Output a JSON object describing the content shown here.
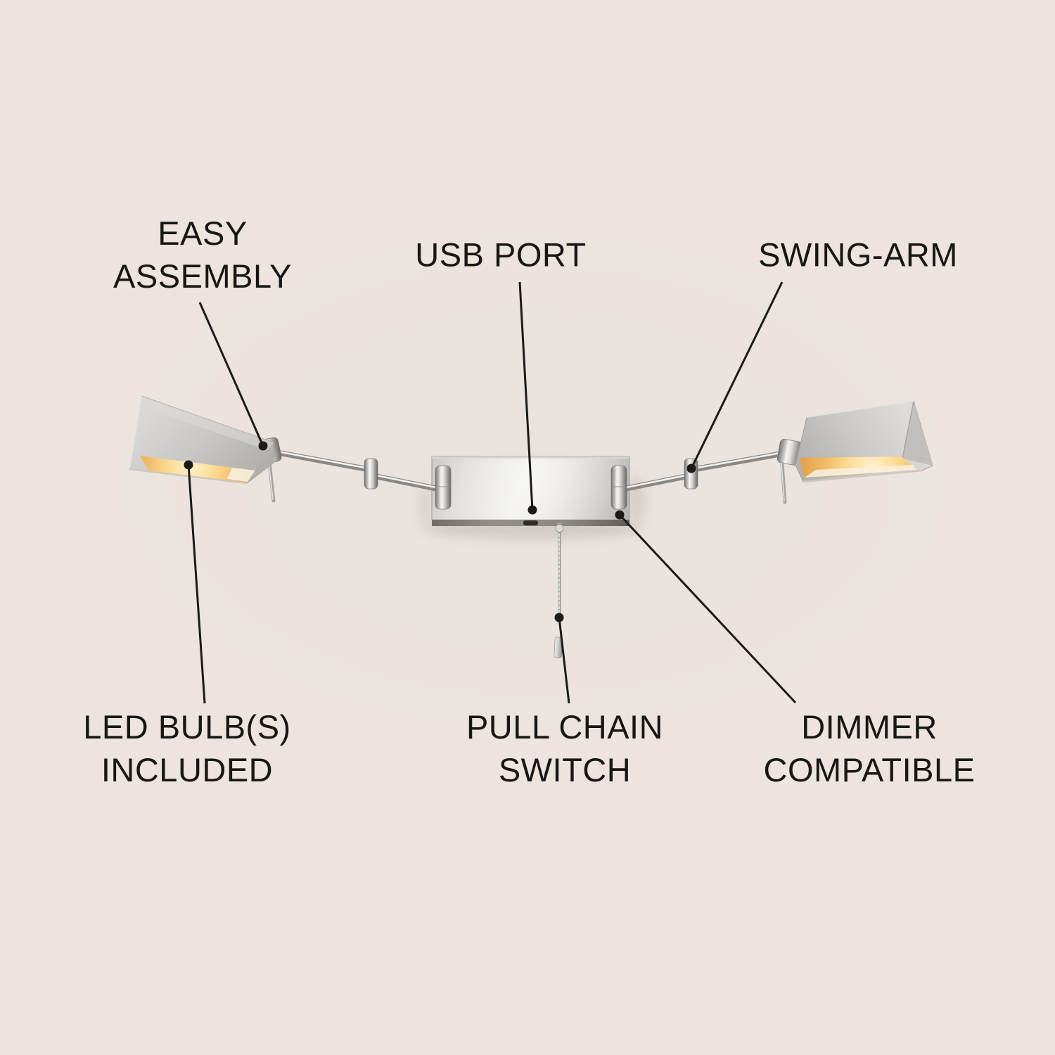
{
  "figure": {
    "kind": "product-feature-callout-diagram",
    "subject": "double swing-arm wall lamp with two tent-style shades, brushed nickel"
  },
  "colors": {
    "background": "#ede3de",
    "label_text": "#181716",
    "leader_line": "#1d1b1a",
    "metal_light": "#f2f1f0",
    "metal_mid": "#c9c6c3",
    "metal_dark": "#8a8784",
    "bulb_glow": "#f3c577",
    "usb_slot": "#2e2c2a"
  },
  "callouts": [
    {
      "id": "easy-assembly",
      "lines": [
        "EASY",
        "ASSEMBLY"
      ]
    },
    {
      "id": "usb-port",
      "lines": [
        "USB PORT"
      ]
    },
    {
      "id": "swing-arm",
      "lines": [
        "SWING-ARM"
      ]
    },
    {
      "id": "led-bulbs-included",
      "lines": [
        "LED BULB(S)",
        "INCLUDED"
      ]
    },
    {
      "id": "pull-chain-switch",
      "lines": [
        "PULL CHAIN",
        "SWITCH"
      ]
    },
    {
      "id": "dimmer-compatible",
      "lines": [
        "DIMMER",
        "COMPATIBLE"
      ]
    }
  ]
}
